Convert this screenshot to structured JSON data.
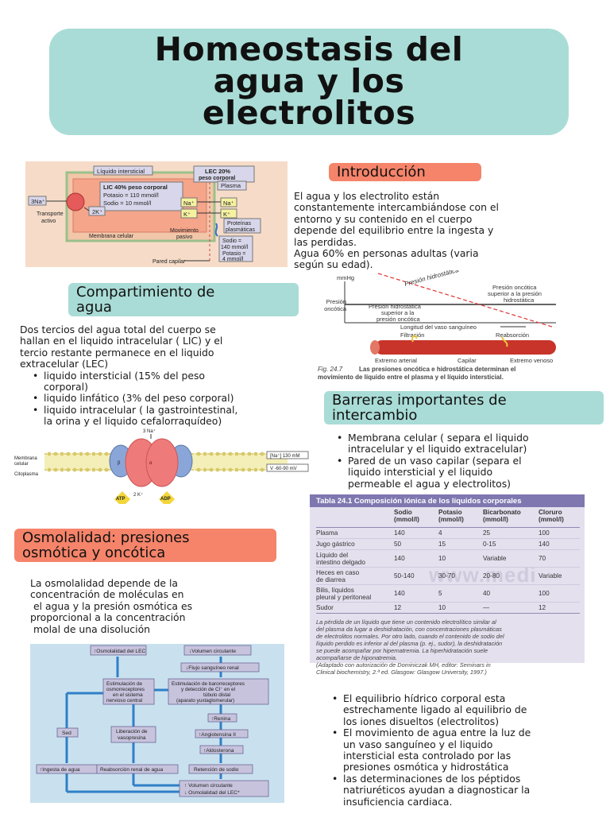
{
  "title": {
    "line1": "Homeostasis del",
    "line2": "agua y los",
    "line3": "electrolitos"
  },
  "sections": {
    "introduccion": {
      "heading": "Introducción",
      "lines": [
        "El agua y los electrolito están",
        "constantemente intercambiándose con el",
        "entorno y su contenido en el cuerpo",
        "depende del equilibrio entre la ingesta y",
        "las perdidas.",
        "Agua 60% en personas adultas (varia",
        "según su edad)."
      ]
    },
    "compartimiento": {
      "heading_line1": "Compartimiento de",
      "heading_line2": "agua",
      "intro_lines": [
        "Dos tercios del agua total del cuerpo se",
        "hallan en el liquido intracelular ( LIC) y el",
        "tercio restante permanece en el liquido",
        "extracelular (LEC)"
      ],
      "bullets": [
        {
          "l1": "liquido intersticial (15% del peso",
          "l2": "corporal)"
        },
        {
          "l1": "liquido linfático (3% del peso corporal)",
          "l2": ""
        },
        {
          "l1": "liquido intracelular ( la gastrointestinal,",
          "l2": "la orina y el liquido cefalorraquídeo)"
        }
      ]
    },
    "barreras": {
      "heading_line1": "Barreras importantes de",
      "heading_line2": "intercambio",
      "bullets": [
        {
          "l1": "Membrana celular ( separa el liquido",
          "l2": "intracelular y el liquido extracelular)",
          "l3": ""
        },
        {
          "l1": "Pared de un vaso capilar (separa el",
          "l2": "liquido intersticial y el liquido",
          "l3": "permeable el agua y electrolitos)"
        }
      ]
    },
    "osmolalidad": {
      "heading_line1": "Osmolalidad: presiones",
      "heading_line2": "osmótica y oncótica",
      "lines": [
        "La osmolalidad depende de la",
        "concentración de moléculas en",
        " el agua y la presión osmótica es",
        "proporcional a la concentración",
        " molal de una disolución"
      ]
    },
    "final": {
      "bullets": [
        {
          "l1": "El equilibrio hídrico corporal esta",
          "l2": "estrechamente ligado al equilibrio de",
          "l3": "los iones disueltos (electrolitos)"
        },
        {
          "l1": "El movimiento de agua entre la luz de",
          "l2": "un vaso sanguíneo y el liquido",
          "l3": "intersticial esta controlado por las",
          "l4": "presiones osmótica y hidrostática"
        },
        {
          "l1": "las determinaciones de los péptidos",
          "l2": "natriuréticos ayudan a diagnosticar la",
          "l3": "insuficiencia cardiaca."
        }
      ]
    }
  },
  "fig_lic": {
    "liquido_intersticial": "Líquido intersticial",
    "lic_title": "LIC 40% peso corporal",
    "lic_k": "Potasio = 110 mmol/l",
    "lic_na": "Sodio = 10 mmol/l",
    "na3": "3Na⁺",
    "k2": "2K⁺",
    "transporte": "Transporte",
    "activo": "activo",
    "membrana": "Membrana celular",
    "lec_title": "LEC 20%",
    "lec_sub": "peso corporal",
    "plasma": "Plasma",
    "na": "Na⁺",
    "k": "K⁺",
    "proteinas1": "Proteínas",
    "proteinas2": "plasmáticas",
    "movimiento1": "Movimiento",
    "movimiento2": "pasivo",
    "sodio1": "Sodio =",
    "sodio2": "140 mmol/l",
    "potasio1": "Potasio =",
    "potasio2": "4 mmol/l",
    "pared": "Pared capilar"
  },
  "fig_pressure": {
    "mmhg": "mmHg",
    "presion_hidro": "Presión hidrostática",
    "onc_label1": "Presión oncótica",
    "onc_label2": "superior a la presión",
    "onc_label3": "hidrostática",
    "presion": "Presión",
    "oncotica": "oncótica",
    "hidro_label1": "Presión hidrostática",
    "hidro_label2": "superior a la",
    "hidro_label3": "presión oncótica",
    "longitud": "Longitud del vaso sanguíneo",
    "filtracion": "Filtración",
    "reabsorcion": "Reabsorción",
    "extremo_arterial": "Extremo arterial",
    "capilar": "Capilar",
    "extremo_venoso": "Extremo venoso",
    "caption_fig": "Fig. 24.7",
    "caption1": "Las presiones oncótica e hidrostática determinan el",
    "caption2": "movimiento de líquido entre el plasma y el líquido intersticial."
  },
  "fig_pump": {
    "na3": "3 Na⁺",
    "k2": "2 K⁺",
    "membrana1": "Membrana",
    "membrana2": "celular",
    "citoplasma": "Citoplasma",
    "na_conc": "[Na⁺] 130 mM",
    "voltage": "V -60-90 mV",
    "atp": "ATP",
    "adp": "ADP",
    "alpha": "α",
    "beta": "β"
  },
  "table": {
    "title": "Tabla 24.1 Composición iónica de los líquidos corporales",
    "headers": [
      {
        "l1": "",
        "l2": ""
      },
      {
        "l1": "Sodio",
        "l2": "(mmol/l)"
      },
      {
        "l1": "Potasio",
        "l2": "(mmol/l)"
      },
      {
        "l1": "Bicarbonato",
        "l2": "(mmol/l)"
      },
      {
        "l1": "Cloruro",
        "l2": "(mmol/l)"
      }
    ],
    "rows": [
      {
        "name1": "Plasma",
        "name2": "",
        "c1": "140",
        "c2": "4",
        "c3": "25",
        "c4": "100"
      },
      {
        "name1": "Jugo gástrico",
        "name2": "",
        "c1": "50",
        "c2": "15",
        "c3": "0-15",
        "c4": "140"
      },
      {
        "name1": "Líquido del",
        "name2": "intestino delgado",
        "c1": "140",
        "c2": "10",
        "c3": "Variable",
        "c4": "70"
      },
      {
        "name1": "Heces en caso",
        "name2": "de diarrea",
        "c1": "50-140",
        "c2": "30-70",
        "c3": "20-80",
        "c4": "Variable"
      },
      {
        "name1": "Bilis, líquidos",
        "name2": "pleural y peritoneal",
        "c1": "140",
        "c2": "5",
        "c3": "40",
        "c4": "100"
      },
      {
        "name1": "Sudor",
        "name2": "",
        "c1": "12",
        "c2": "10",
        "c3": "—",
        "c4": "12"
      }
    ],
    "watermark": "www.medi",
    "note_lines": [
      "La pérdida de un líquido que tiene un contenido electrolítico similar al",
      "del plasma da lugar a deshidratación, con concentraciones plasmáticas",
      "de electrolitos normales. Por otro lado, cuando el contenido de sodio del",
      "líquido perdido es inferior al del plasma (p. ej., sudor), la deshidratación",
      "se puede acompañar por hipernatremia. La hiperhidratación suele",
      "acompañarse de hiponatremia.",
      "(Adaptado con autorización de Dominiczak MH, editor: Seminars in",
      "Clinical biochemistry, 2.ª ed. Glasgow: Glasgow University, 1997.)"
    ]
  },
  "flowchart": {
    "osm_lec": "↑Osmolalidad del LEC",
    "vol_circ": "↓Volumen circulante",
    "flujo": "↓Flujo sanguíneo renal",
    "estim_osmo1": "Estimulación de",
    "estim_osmo2": "osmorreceptores",
    "estim_osmo3": "en el sistema",
    "estim_osmo4": "nervioso central",
    "estim_baro1": "Estimulación de barorreceptores",
    "estim_baro2": "y detección de Cl⁻ en el",
    "estim_baro3": "túbulo distal",
    "estim_baro4": "(aparato yuxtaglomerular)",
    "renina": "↑Renina",
    "angio": "↑Angiotensina II",
    "aldo": "↑Aldosterona",
    "sed": "Sed",
    "liberacion1": "Liberación de",
    "liberacion2": "vasopresina",
    "ingesta": "↑Ingesta de agua",
    "reabs": "Reabsorción renal de agua",
    "retencion": "Retención de sodio",
    "result1": "↑ Volumen circulante",
    "result2": "↓ Osmolalidad del LEC*"
  },
  "colors": {
    "teal": "#a9dcd6",
    "orange": "#f5846a",
    "fig_lic_bg": "#f6dcc8",
    "table_bg": "#e4e0ee",
    "table_header": "#7f77b0",
    "flow_bg": "#c9e1ef",
    "flow_box": "#c7c3dd",
    "flow_arrow": "#2f7fc7"
  }
}
